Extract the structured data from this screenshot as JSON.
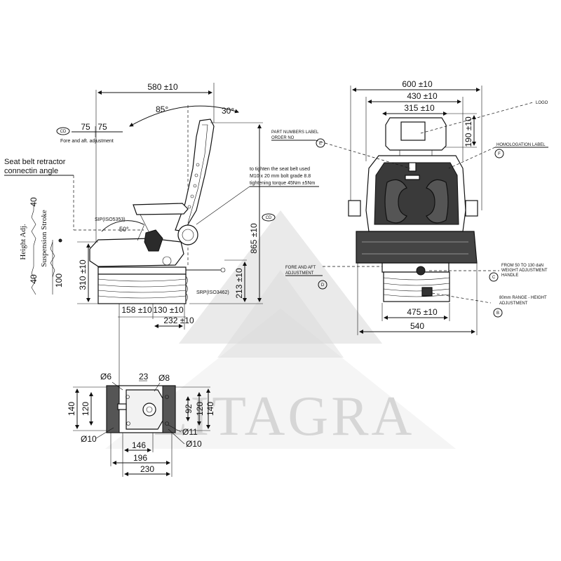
{
  "watermark": {
    "text": "LITAGRA"
  },
  "side_view": {
    "dims": {
      "width_total": "580 ±10",
      "fore_aft_left": "75",
      "fore_aft_right": "75",
      "angle_back_fwd": "85°",
      "angle_back_rear": "30°",
      "angle_sip": "50°",
      "height_total": "865 ±10",
      "sip_height": "310 ±10",
      "srp_height": "213 ±10",
      "base_158": "158 ±10",
      "base_130": "130 ±10",
      "base_232": "232 ±10",
      "height_adj_top": "40",
      "height_adj_bot": "40",
      "susp_stroke": "100"
    },
    "labels": {
      "cd_left": "CD",
      "fore_aft": "Fore and aft. adjustment",
      "seat_belt_1": "Seat belt retractor",
      "seat_belt_2": "connectin angle",
      "sip": "SIP(ISO5353)",
      "srp": "SRP(ISO3462)",
      "cd_right": "CD",
      "belt_note_1": "to tighten the seat belt used",
      "belt_note_2": "M10 x 20 mm bolt grade 8.8",
      "belt_note_3": "tightening torque 45Nm ±5Nm",
      "height_adj": "Height Adj.",
      "susp_label": "Suspension Stroke"
    }
  },
  "front_view": {
    "dims": {
      "w600": "600 ±10",
      "w430": "430 ±10",
      "w315": "315 ±10",
      "h190": "190 ±10",
      "w475": "475 ±10",
      "w540": "540"
    },
    "callouts": {
      "logo": "LOGO",
      "part_numbers_1": "PART NUMBERS LABEL",
      "part_numbers_2": "ORDER NO",
      "e": "E",
      "homolog": "HOMOLOGATION LABEL",
      "f": "F",
      "fore_aft_1": "FORE AND AFT",
      "fore_aft_2": "ADJUSTMENT",
      "d": "D",
      "weight_1": "FROM 50 TO 130 daN",
      "weight_2": "WEIGHT ADJUSTMENT",
      "weight_3": "HANDLE",
      "c": "C",
      "height_1": "80mm RANGE - HEIGHT",
      "height_2": "ADJUSTMENT",
      "b": "B"
    }
  },
  "base_view": {
    "dims": {
      "d6": "Ø6",
      "n23": "23",
      "d8": "Ø8",
      "h140_l": "140",
      "h120_l": "120",
      "h92": "92",
      "h120_r": "120",
      "h140_r": "140",
      "d10_l": "Ø10",
      "d11": "Ø11",
      "d10_r": "Ø10",
      "w146": "146",
      "w196": "196",
      "w230": "230"
    }
  }
}
